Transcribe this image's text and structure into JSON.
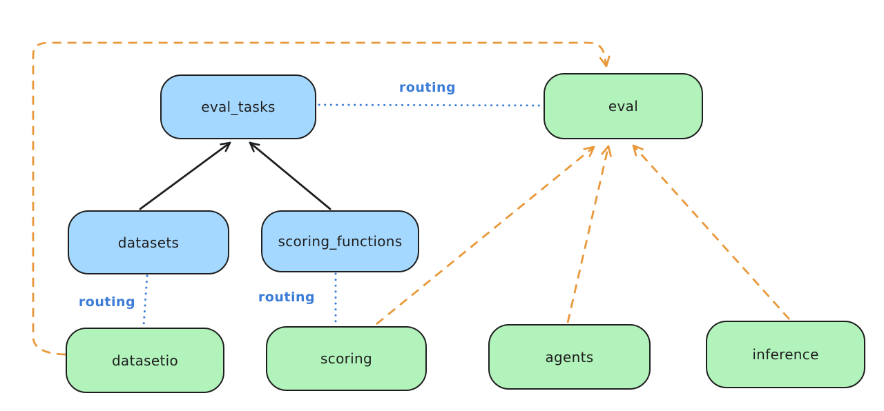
{
  "colors": {
    "background": "#ffffff",
    "registry_fill": "#a5d8ff",
    "provider_fill": "#b2f2bb",
    "stroke": "#1e1e1e",
    "routing_line": "#3b7cd6",
    "provider_line": "#e8983a"
  },
  "nodes": {
    "eval_tasks": {
      "label": "eval_tasks"
    },
    "eval": {
      "label": "eval"
    },
    "datasets": {
      "label": "datasets"
    },
    "scoring_functions": {
      "label": "scoring_functions"
    },
    "datasetio": {
      "label": "datasetio"
    },
    "scoring": {
      "label": "scoring"
    },
    "agents": {
      "label": "agents"
    },
    "inference": {
      "label": "inference"
    }
  },
  "edge_labels": {
    "eval_tasks_to_eval": "routing",
    "datasets_to_datasetio": "routing",
    "scoring_functions_to_scoring": "routing"
  }
}
